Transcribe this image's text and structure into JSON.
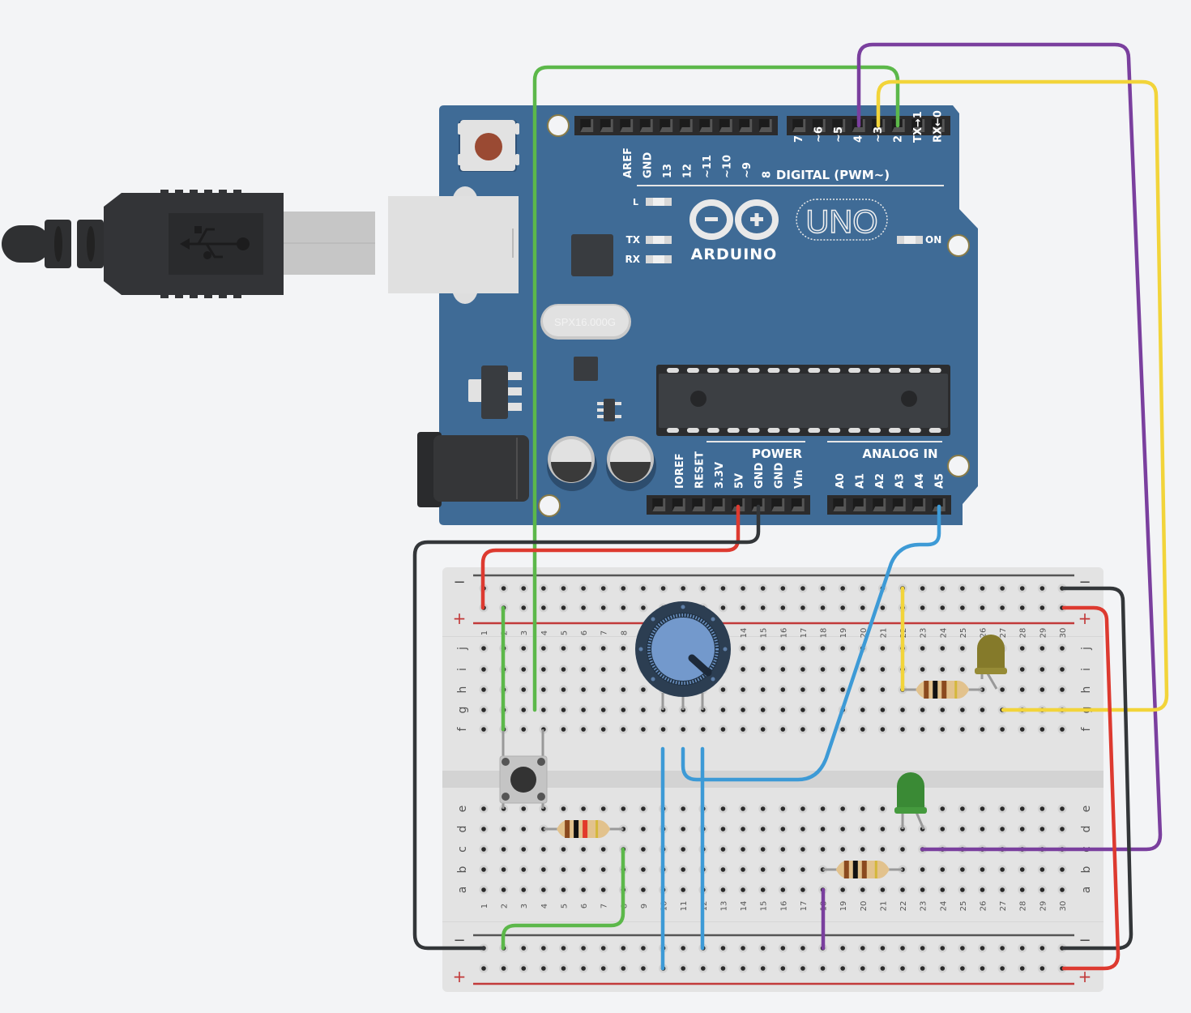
{
  "app": {
    "view": "circuit-simulator-canvas"
  },
  "arduino": {
    "logo_text": "ARDUINO",
    "model": "UNO",
    "crystal_label": "SPX16.000G",
    "section_digital": "DIGITAL (PWM~)",
    "section_power": "POWER",
    "section_analog": "ANALOG IN",
    "led_labels": {
      "l": "L",
      "tx": "TX",
      "rx": "RX",
      "on": "ON"
    },
    "digital_header_left": [
      "AREF",
      "GND",
      "13",
      "12",
      "~11",
      "~10",
      "~9",
      "8"
    ],
    "digital_header_right": [
      "7",
      "~6",
      "~5",
      "4",
      "~3",
      "2",
      "TX→1",
      "RX←0"
    ],
    "power_header": [
      "IOREF",
      "RESET",
      "3.3V",
      "5V",
      "GND",
      "GND",
      "Vin"
    ],
    "analog_header": [
      "A0",
      "A1",
      "A2",
      "A3",
      "A4",
      "A5"
    ]
  },
  "usb_cable": {
    "icon": "usb-icon"
  },
  "breadboard": {
    "columns": 30,
    "rows_top": [
      "j",
      "i",
      "h",
      "g",
      "f"
    ],
    "rows_bottom": [
      "e",
      "d",
      "c",
      "b",
      "a"
    ],
    "rail_minus": "−",
    "rail_plus": "+"
  },
  "components": [
    {
      "type": "pushbutton",
      "name": "push-button"
    },
    {
      "type": "potentiometer",
      "name": "potentiometer"
    },
    {
      "type": "led",
      "name": "led-yellow",
      "color": "#857a2a"
    },
    {
      "type": "led",
      "name": "led-green",
      "color": "#3a8a35"
    },
    {
      "type": "resistor",
      "name": "resistor-button",
      "bands": [
        "#8b4a1f",
        "#111111",
        "#e23a2a",
        "#d4b73a"
      ]
    },
    {
      "type": "resistor",
      "name": "resistor-yellow-led",
      "bands": [
        "#8b4a1f",
        "#111111",
        "#8b4a1f",
        "#d4b73a"
      ]
    },
    {
      "type": "resistor",
      "name": "resistor-green-led",
      "bands": [
        "#8b4a1f",
        "#111111",
        "#8b4a1f",
        "#d4b73a"
      ]
    }
  ],
  "wire_colors": {
    "green": "#5cb84a",
    "purple": "#7a3f9e",
    "yellow": "#f2d43a",
    "red": "#dd3a30",
    "black": "#333639",
    "blue": "#3d9ad6"
  },
  "board_colors": {
    "pcb": "#3f6b96",
    "breadboard": "#e2e2e2"
  }
}
